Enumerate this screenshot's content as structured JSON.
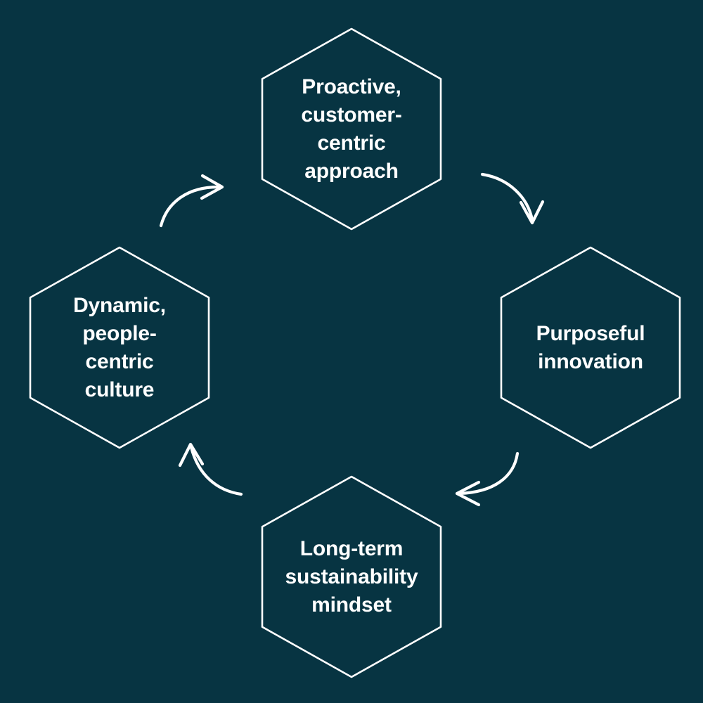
{
  "diagram": {
    "type": "cycle",
    "title": "",
    "background_color": "#073442",
    "stroke_color": "#ffffff",
    "text_color": "#ffffff",
    "direction": "clockwise",
    "nodes": [
      {
        "id": "top",
        "position": "top",
        "shape": "hexagon",
        "label": "Proactive,\ncustomer-\ncentric\napproach"
      },
      {
        "id": "right",
        "position": "right",
        "shape": "hexagon",
        "label": "Purposeful\ninnovation"
      },
      {
        "id": "bottom",
        "position": "bottom",
        "shape": "hexagon",
        "label": "Long-term\nsustainability\nmindset"
      },
      {
        "id": "left",
        "position": "left",
        "shape": "hexagon",
        "label": "Dynamic,\npeople-\ncentric\nculture"
      }
    ],
    "arrows": [
      {
        "id": "top-to-right",
        "from": "top",
        "to": "right",
        "icon": "curved-arrow-down-right-icon"
      },
      {
        "id": "right-to-bottom",
        "from": "right",
        "to": "bottom",
        "icon": "curved-arrow-down-left-icon"
      },
      {
        "id": "bottom-to-left",
        "from": "bottom",
        "to": "left",
        "icon": "curved-arrow-up-left-icon"
      },
      {
        "id": "left-to-top",
        "from": "left",
        "to": "top",
        "icon": "curved-arrow-up-right-icon"
      }
    ]
  }
}
